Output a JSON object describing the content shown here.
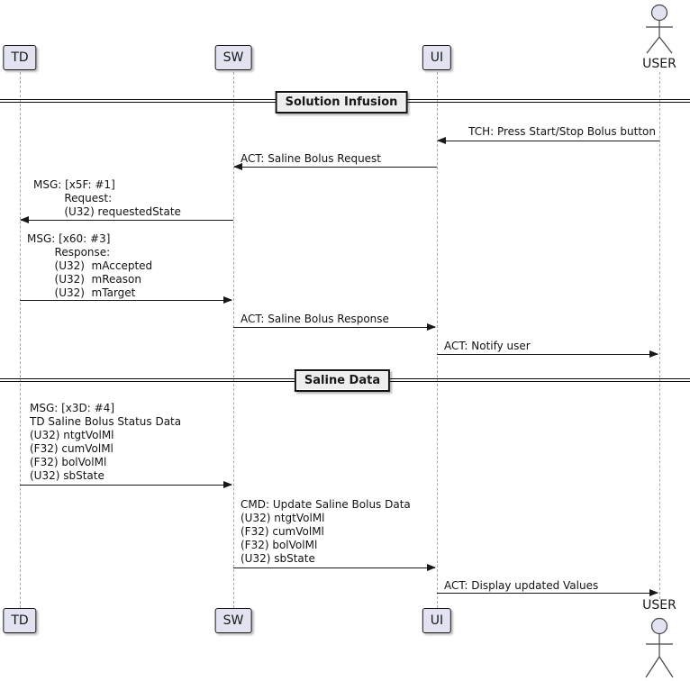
{
  "participants": [
    {
      "label": "TD"
    },
    {
      "label": "SW"
    },
    {
      "label": "UI"
    }
  ],
  "actor": {
    "label": "USER"
  },
  "dividers": [
    {
      "label": "Solution Infusion"
    },
    {
      "label": "Saline Data"
    }
  ],
  "messages": [
    {
      "from": "USER",
      "to": "UI",
      "label": "TCH: Press Start/Stop Bolus button"
    },
    {
      "from": "UI",
      "to": "SW",
      "label": "ACT: Saline Bolus Request"
    },
    {
      "from": "SW",
      "to": "TD",
      "label": "MSG: [x5F: #1]\n         Request:\n         (U32) requestedState"
    },
    {
      "from": "TD",
      "to": "SW",
      "label": "MSG: [x60: #3]\n        Response:\n        (U32)  mAccepted\n        (U32)  mReason\n        (U32)  mTarget"
    },
    {
      "from": "SW",
      "to": "UI",
      "label": "ACT: Saline Bolus Response"
    },
    {
      "from": "UI",
      "to": "USER",
      "label": "ACT: Notify user"
    },
    {
      "from": "TD",
      "to": "SW",
      "label": "MSG: [x3D: #4]\nTD Saline Bolus Status Data\n(U32) ntgtVolMl\n(F32) cumVolMl\n(F32) bolVolMl\n(U32) sbState"
    },
    {
      "from": "SW",
      "to": "UI",
      "label": "CMD: Update Saline Bolus Data\n(U32) ntgtVolMl\n(F32) cumVolMl\n(F32) bolVolMl\n(U32) sbState"
    },
    {
      "from": "UI",
      "to": "USER",
      "label": "ACT: Display updated Values"
    }
  ],
  "colors": {
    "participant_fill": "#E2E2F0",
    "participant_border": "#181818",
    "divider_fill": "#EEEEEE",
    "message_line": "#181818",
    "lifeline": "#A8A8A8",
    "background": "#FFFFFF"
  }
}
